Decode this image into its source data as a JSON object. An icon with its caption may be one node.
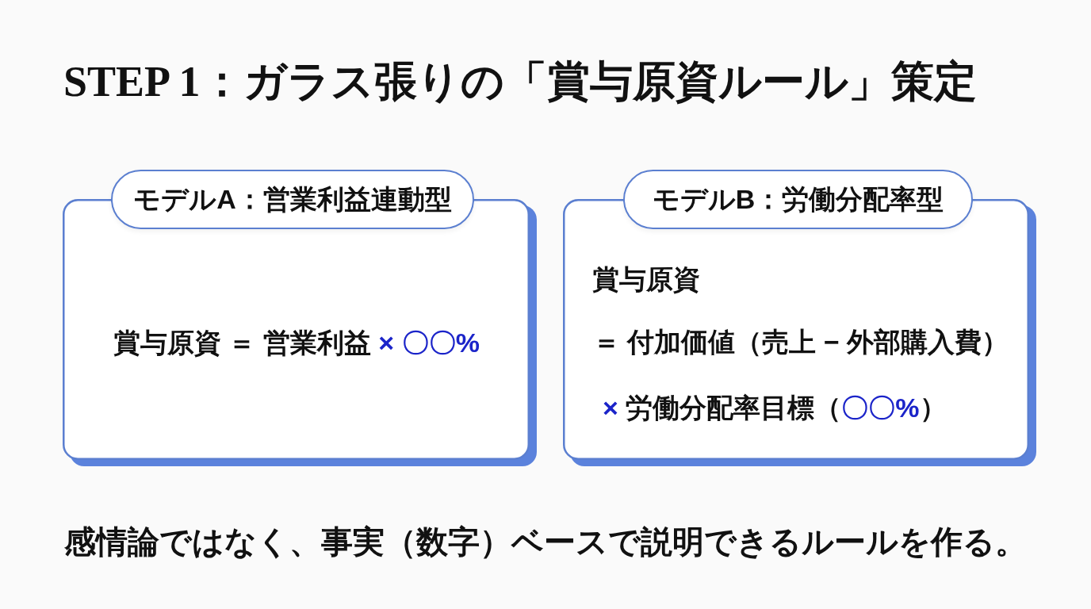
{
  "diagram": {
    "title": "STEP 1：ガラス張りの「賞与原資ルール」策定",
    "nodes": [
      {
        "text": [
          "モデルA：営業利益連動型",
          "賞与原資 ＝ 営業利益 **× 〇〇%**"
        ]
      },
      {
        "text": [
          "モデルB：労働分配率型",
          "賞与原資",
          "＝ 付加価値（売上 − 外部購入費）",
          "**×** 労働分配率目標（**〇〇%**）"
        ]
      }
    ],
    "caption": "感情論ではなく、事実（数字）ベースで説明できるルールを作る。"
  }
}
